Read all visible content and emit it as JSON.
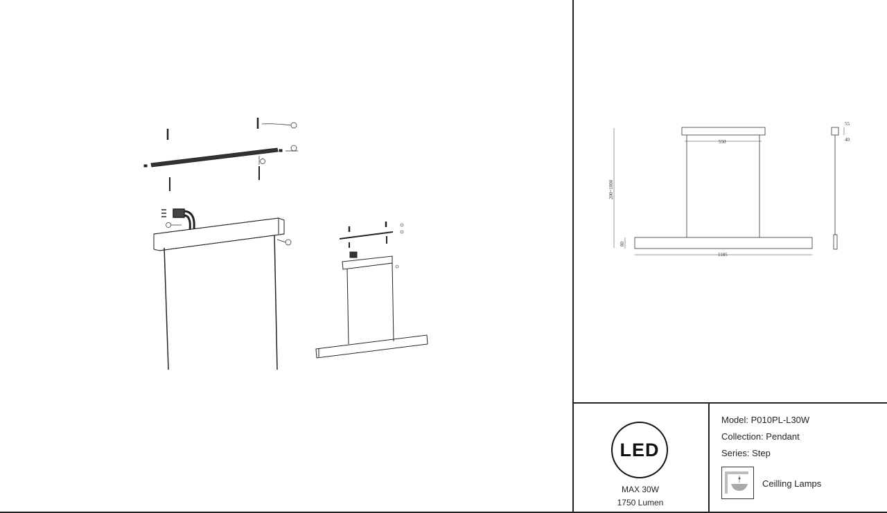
{
  "drawing": {
    "dimensions": {
      "canopy_width": "550",
      "cable_length": "200~1000",
      "bar_height": "80",
      "bar_length": "1185",
      "side_height": "55",
      "side_width": "40"
    }
  },
  "info": {
    "logo_text": "LED",
    "power": "MAX 30W",
    "lumen": "1750 Lumen",
    "model": "Model: P010PL-L30W",
    "collection": "Collection: Pendant",
    "series": "Series: Step",
    "category_icon": "ceiling-lamp-icon",
    "category": "Ceilling Lamps"
  }
}
